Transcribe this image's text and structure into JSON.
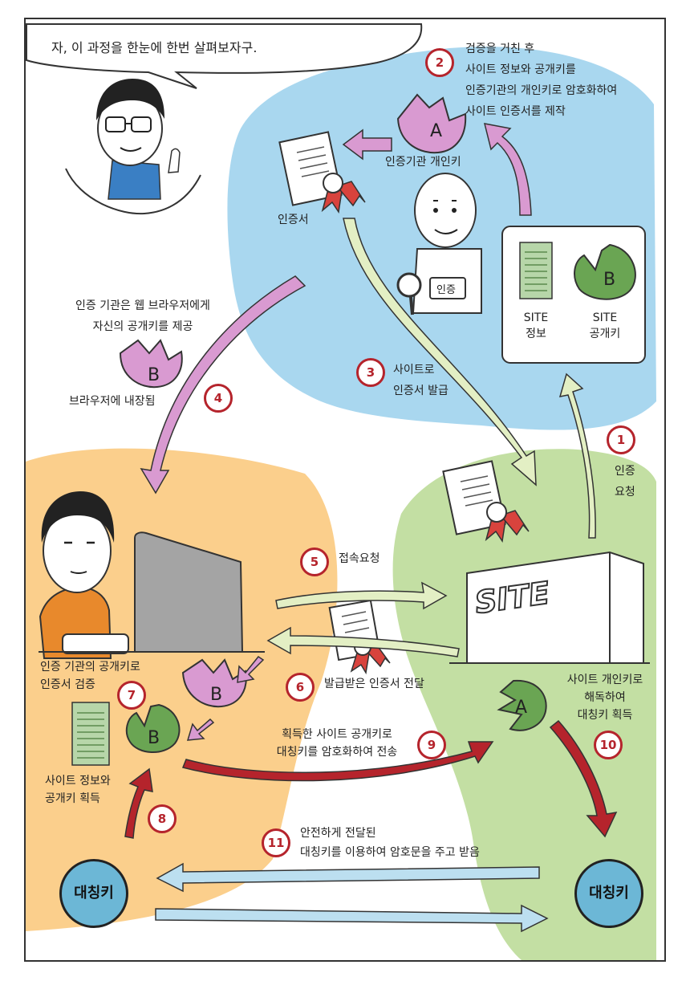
{
  "speech_bubble": "자, 이 과정을 한눈에 한번 살펴보자구.",
  "steps": {
    "s1": {
      "number": "1",
      "lines": [
        "인증",
        "요청"
      ]
    },
    "s2": {
      "number": "2",
      "lines": [
        "검증을 거친 후",
        "사이트 정보와 공개키를",
        "인증기관의 개인키로 암호화하여",
        "사이트 인증서를 제작"
      ]
    },
    "s3": {
      "number": "3",
      "lines": [
        "사이트로",
        "인증서 발급"
      ]
    },
    "s4": {
      "number": "4",
      "lines": [
        "인증 기관은 웹 브라우저에게",
        "자신의 공개키를 제공"
      ],
      "note": "브라우저에 내장됨"
    },
    "s5": {
      "number": "5",
      "lines": [
        "접속요청"
      ]
    },
    "s6": {
      "number": "6",
      "lines": [
        "발급받은 인증서 전달"
      ]
    },
    "s7": {
      "number": "7",
      "lines": [
        "인증 기관의 공개키로",
        "인증서 검증"
      ]
    },
    "s8": {
      "number": "8",
      "lines": [
        "사이트 정보와",
        "공개키 획득"
      ]
    },
    "s9": {
      "number": "9",
      "lines": [
        "획득한 사이트 공개키로",
        "대칭키를 암호화하여 전송"
      ]
    },
    "s10": {
      "number": "10",
      "lines": [
        "사이트 개인키로",
        "해독하여",
        "대칭키 획득"
      ]
    },
    "s11": {
      "number": "11",
      "lines": [
        "안전하게 전달된",
        "대칭키를 이용하여 암호문을 주고 받음"
      ]
    }
  },
  "labels": {
    "ca_private_key": "인증기관 개인키",
    "certificate": "인증서",
    "site_info": [
      "SITE",
      "정보"
    ],
    "site_public_key": [
      "SITE",
      "공개키"
    ],
    "stamp": "인증",
    "site_building": "SITE",
    "key_a": "A",
    "key_b": "B",
    "symmetric_key": "대칭키"
  },
  "colors": {
    "ca_blue": "#a9d7ef",
    "user_orange": "#fbcf8c",
    "site_green": "#c3dfa3",
    "pink_arrow": "#d99ad1",
    "lightgreen_arrow": "#e3efc4",
    "red_arrow": "#b5242c",
    "blue_arrow": "#bcdff0",
    "key_green": "#6aa553",
    "step_red": "#b5242c"
  }
}
